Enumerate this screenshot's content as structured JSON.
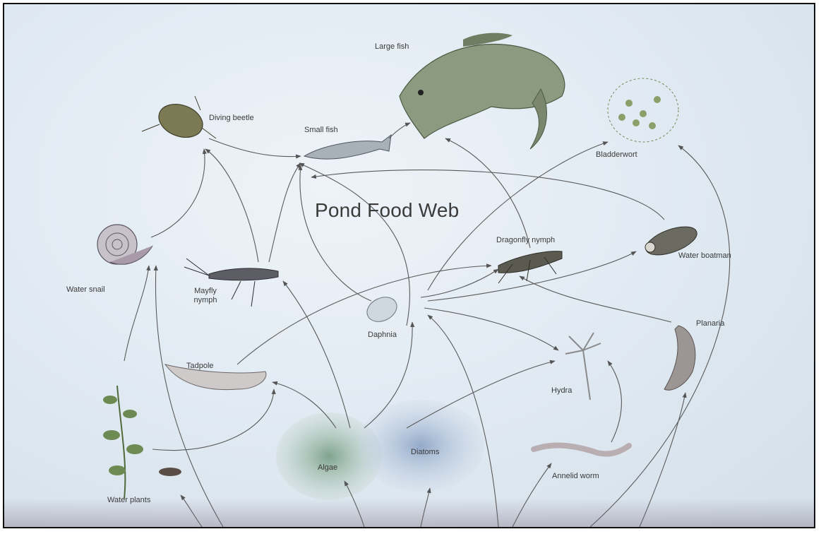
{
  "diagram": {
    "title": "Pond Food Web",
    "organisms": {
      "large_fish": "Large fish",
      "diving_beetle": "Diving beetle",
      "small_fish": "Small fish",
      "bladderwort": "Bladderwort",
      "water_snail": "Water snail",
      "mayfly_nymph": "Mayfly nymph",
      "dragonfly_nymph": "Dragonfly nymph",
      "water_boatman": "Water boatman",
      "daphnia": "Daphnia",
      "tadpole": "Tadpole",
      "planaria": "Planaria",
      "hydra": "Hydra",
      "algae": "Algae",
      "diatoms": "Diatoms",
      "annelid_worm": "Annelid worm",
      "water_plants": "Water plants"
    },
    "colors": {
      "background": "#e2ebf3",
      "arrow": "#5a5a5a",
      "label": "#3a3a3a",
      "algae": "#8fae9a",
      "diatoms": "#9fb2cf",
      "fish": "#7c8c73"
    }
  }
}
